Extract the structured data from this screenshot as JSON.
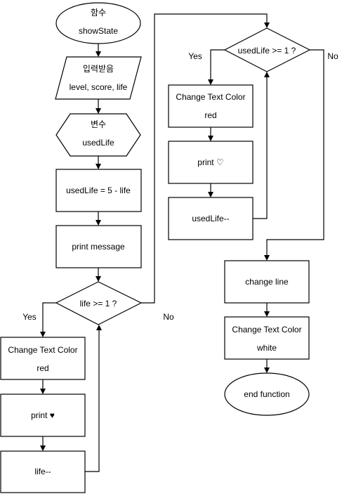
{
  "nodes": {
    "start": {
      "line1": "함수",
      "line2": "showState"
    },
    "input": {
      "line1": "입력받음",
      "line2": "level, score, life"
    },
    "variable": {
      "line1": "변수",
      "line2": "usedLife"
    },
    "compute_used_life": {
      "text": "usedLife = 5 - life"
    },
    "print_message": {
      "text": "print message"
    },
    "life_check": {
      "text": "life >= 1 ?"
    },
    "color_red_left": {
      "line1": "Change Text Color",
      "line2": "red"
    },
    "print_filled_heart": {
      "text": "print ♥"
    },
    "life_decrement": {
      "text": "life--"
    },
    "used_life_check": {
      "text": "usedLife >= 1 ?"
    },
    "color_red_right": {
      "line1": "Change Text Color",
      "line2": "red"
    },
    "print_empty_heart": {
      "text": "print ♡"
    },
    "used_life_decrement": {
      "text": "usedLife--"
    },
    "change_line": {
      "text": "change line"
    },
    "color_white": {
      "line1": "Change Text Color",
      "line2": "white"
    },
    "end": {
      "text": "end function"
    }
  },
  "edge_labels": {
    "life_yes": "Yes",
    "life_no": "No",
    "used_life_yes": "Yes",
    "used_life_no": "No"
  }
}
